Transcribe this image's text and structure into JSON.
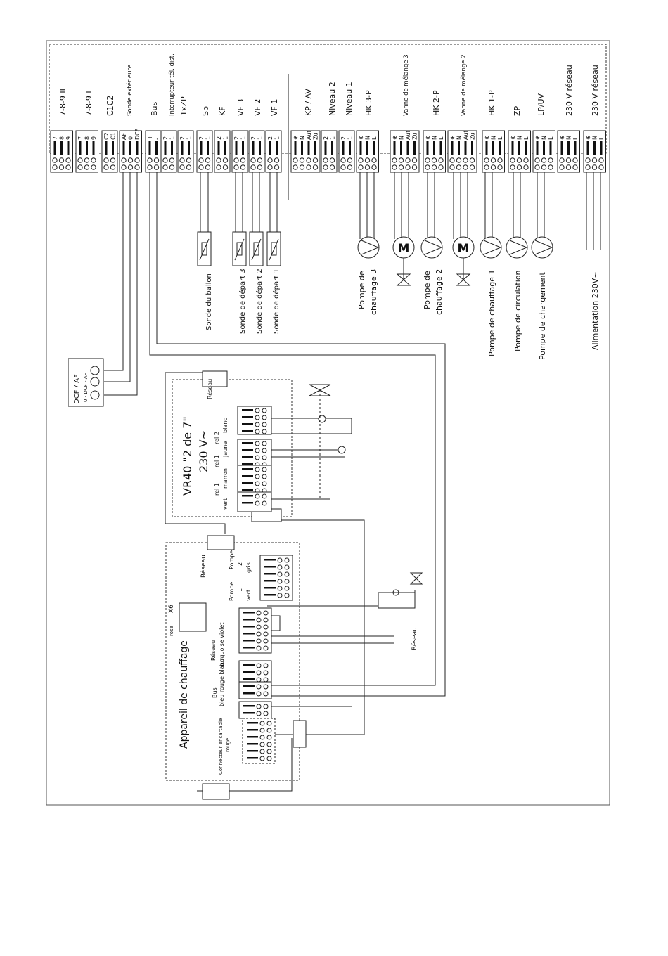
{
  "top_labels": [
    "7-8-9 II",
    "7-8-9 I",
    "C1C2",
    "Sonde extérieure",
    "Bus",
    "Interrupteur tél. dist.",
    "1xZP",
    "Sp",
    "KF",
    "VF 3",
    "VF 2",
    "VF 1",
    "KP / AV",
    "Niveau 2",
    "Niveau 1",
    "HK 3-P",
    "Vanne de mélange 3",
    "HK 2-P",
    "Vanne de mélange 2",
    "HK 1-P",
    "ZP",
    "LP/UV",
    "230 V réseau",
    "230 V réseau"
  ],
  "terminal_labels": {
    "t789a": [
      "7",
      "8",
      "9"
    ],
    "t789b": [
      "7",
      "8",
      "9"
    ],
    "c1c2": [
      "C2",
      "C1"
    ],
    "af": [
      "AF",
      "0",
      "DCF"
    ],
    "bus": [
      "+",
      "-"
    ],
    "two1": [
      "2",
      "1"
    ],
    "valve3": [
      "⊕",
      "N",
      "Auf",
      "Zu"
    ],
    "pump": [
      "⊕",
      "N",
      "L"
    ]
  },
  "sensors": [
    "Sonde du ballon",
    "Sonde de départ 3",
    "Sonde de départ 2",
    "Sonde de départ 1"
  ],
  "pumps": {
    "p3a": "Pompe de",
    "p3b": "chauffage 3",
    "p2a": "Pompe de",
    "p2b": "chauffage 2",
    "p1": "Pompe de chauffage 1",
    "circ": "Pompe de circulation",
    "charge": "Pompe de chargement",
    "supply": "Alimentation 230V~"
  },
  "motor_symbol": "M",
  "dcf": {
    "title": "DCF / AF",
    "sub": "0 - DCF - AF"
  },
  "vr40": {
    "line1": "VR40 \"2 de 7\"",
    "line2": "230 V~",
    "reseau": "Réseau",
    "rel2": "rel 2",
    "blanc": "blanc",
    "rel1": "rel 1",
    "jaune": "jaune",
    "rel1b": "rel 1",
    "marron": "marron",
    "vert": "vert"
  },
  "heater": {
    "title": "Appareil de chauffage",
    "reseau": "Réseau",
    "pompe1": "Pompe",
    "n1": "1",
    "pompe2": "Pompe",
    "n2": "2",
    "vert": "vert",
    "gris": "gris",
    "x6": "X6",
    "rose": "rose",
    "reseau2": "Réseau",
    "turq": "turquoise violet",
    "bus": "Bus",
    "bleu": "bleu rouge blanc",
    "connecteur": "Connecteur encartable",
    "rouge": "rouge"
  },
  "reseau_right": "Réseau"
}
